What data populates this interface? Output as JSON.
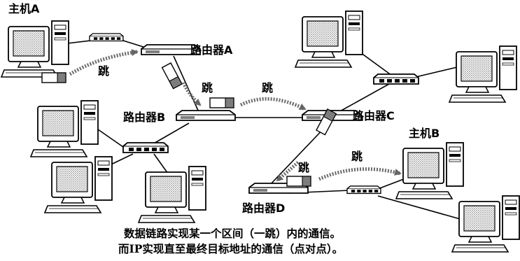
{
  "labels": {
    "host_a": "主机A",
    "host_b": "主机B",
    "router_a": "路由器A",
    "router_b": "路由器B",
    "router_c": "路由器C",
    "router_d": "路由器D",
    "hop": "跳"
  },
  "caption": {
    "line1": "数据链路实现某一个区间（一跳）内的通信。",
    "line2": "而IP实现直至最终目标地址的通信（点对点）。"
  }
}
